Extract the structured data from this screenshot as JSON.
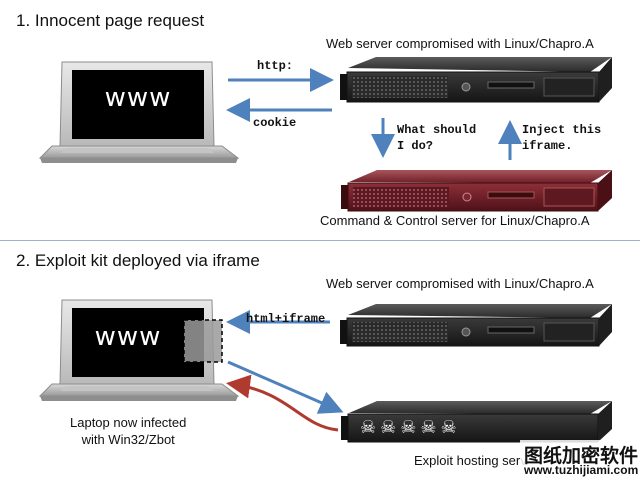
{
  "section1": {
    "title": "1. Innocent page request",
    "laptop_screen_text": "www",
    "web_server_caption": "Web server compromised with Linux/Chapro.A",
    "cc_server_caption": "Command & Control server for Linux/Chapro.A",
    "arrow_http": "http:",
    "arrow_cookie": "cookie",
    "arrow_question": "What should\nI do?",
    "arrow_inject": "Inject this\niframe."
  },
  "section2": {
    "title": "2. Exploit kit deployed via iframe",
    "laptop_screen_text": "www",
    "web_server_caption": "Web server compromised with Linux/Chapro.A",
    "arrow_html_iframe": "html+iframe",
    "laptop_caption": "Laptop now infected\nwith Win32/Zbot",
    "exploit_server_caption": "Exploit hosting serv"
  },
  "watermark": {
    "cn": "图纸加密软件",
    "url": "www.tuzhijiami.com"
  },
  "colors": {
    "arrow_blue": "#4f81bd",
    "arrow_red": "#b03a2e",
    "server_dark": "#2d2d2d",
    "server_red": "#8b2a33",
    "divider": "#9db3cc"
  }
}
